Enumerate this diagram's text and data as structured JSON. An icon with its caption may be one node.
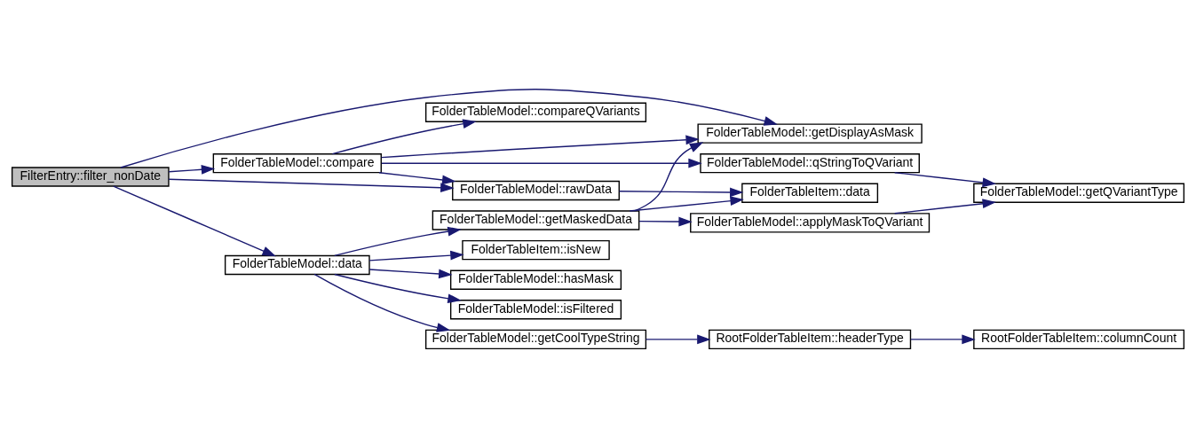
{
  "diagram": {
    "nodes": [
      {
        "text": [
          "FilterEntry::filter_nonDate"
        ]
      },
      {
        "text": [
          "FolderTableModel::compare"
        ]
      },
      {
        "text": [
          "FolderTableModel::data"
        ]
      },
      {
        "text": [
          "FolderTableModel::compareQVariants"
        ]
      },
      {
        "text": [
          "FolderTableModel::getDisplayAsMask"
        ]
      },
      {
        "text": [
          "FolderTableModel::qStringToQVariant"
        ]
      },
      {
        "text": [
          "FolderTableModel::rawData"
        ]
      },
      {
        "text": [
          "FolderTableItem::data"
        ]
      },
      {
        "text": [
          "FolderTableModel::getMaskedData"
        ]
      },
      {
        "text": [
          "FolderTableModel::applyMaskToQVariant"
        ]
      },
      {
        "text": [
          "FolderTableItem::isNew"
        ]
      },
      {
        "text": [
          "FolderTableModel::hasMask"
        ]
      },
      {
        "text": [
          "FolderTableModel::isFiltered"
        ]
      },
      {
        "text": [
          "FolderTableModel::getCoolTypeString"
        ]
      },
      {
        "text": [
          "RootFolderTableItem::headerType"
        ]
      },
      {
        "text": [
          "FolderTableModel::getQVariantType"
        ]
      },
      {
        "text": [
          "RootFolderTableItem::columnCount"
        ]
      }
    ],
    "edges": [
      {
        "from": 0,
        "to": 4,
        "arrow": "to"
      },
      {
        "from": 0,
        "to": 1,
        "arrow": "to"
      },
      {
        "from": 0,
        "to": 6,
        "arrow": "to"
      },
      {
        "from": 0,
        "to": 2,
        "arrow": "to"
      },
      {
        "from": 1,
        "to": 3,
        "arrow": "to"
      },
      {
        "from": 1,
        "to": 4,
        "arrow": "to"
      },
      {
        "from": 1,
        "to": 5,
        "arrow": "to"
      },
      {
        "from": 1,
        "to": 6,
        "arrow": "to"
      },
      {
        "from": 6,
        "to": 7,
        "arrow": "to"
      },
      {
        "from": 8,
        "to": 4,
        "arrow": "to"
      },
      {
        "from": 8,
        "to": 7,
        "arrow": "to"
      },
      {
        "from": 8,
        "to": 9,
        "arrow": "to"
      },
      {
        "from": 2,
        "to": 8,
        "arrow": "to"
      },
      {
        "from": 2,
        "to": 10,
        "arrow": "to"
      },
      {
        "from": 2,
        "to": 11,
        "arrow": "to"
      },
      {
        "from": 2,
        "to": 12,
        "arrow": "to"
      },
      {
        "from": 2,
        "to": 13,
        "arrow": "to"
      },
      {
        "from": 5,
        "to": 15,
        "arrow": "to"
      },
      {
        "from": 9,
        "to": 15,
        "arrow": "to"
      },
      {
        "from": 13,
        "to": 14,
        "arrow": "to"
      },
      {
        "from": 14,
        "to": 16,
        "arrow": "to"
      }
    ]
  }
}
